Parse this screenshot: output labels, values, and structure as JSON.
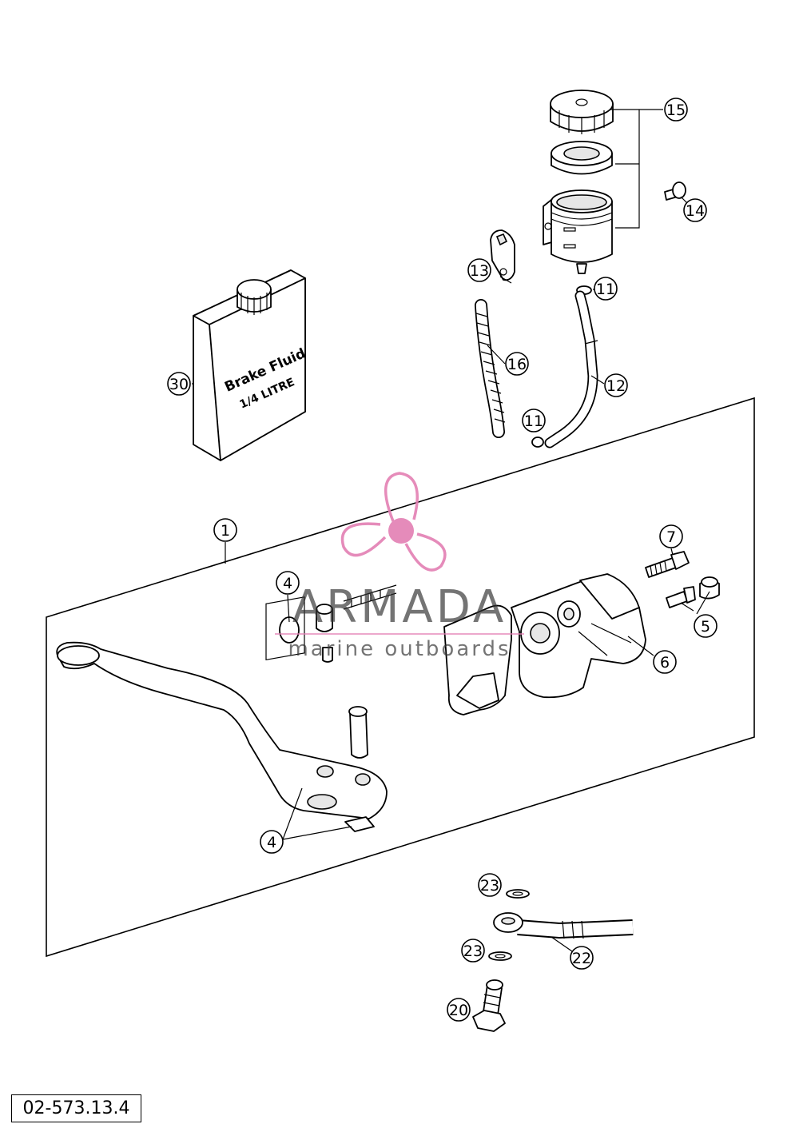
{
  "callouts": [
    {
      "num": "15"
    },
    {
      "num": "14"
    },
    {
      "num": "13"
    },
    {
      "num": "11"
    },
    {
      "num": "16"
    },
    {
      "num": "12"
    },
    {
      "num": "11"
    },
    {
      "num": "30"
    },
    {
      "num": "1"
    },
    {
      "num": "7"
    },
    {
      "num": "4"
    },
    {
      "num": "5"
    },
    {
      "num": "6"
    },
    {
      "num": "4"
    },
    {
      "num": "23"
    },
    {
      "num": "23"
    },
    {
      "num": "22"
    },
    {
      "num": "20"
    }
  ],
  "brake_fluid": {
    "line1": "Brake Fluid",
    "line2": "1/4 LITRE"
  },
  "watermark": {
    "brand": "ARMADA",
    "tagline": "marine outboards",
    "color": "#e37fb3"
  },
  "drawing_number": "02-573.13.4"
}
